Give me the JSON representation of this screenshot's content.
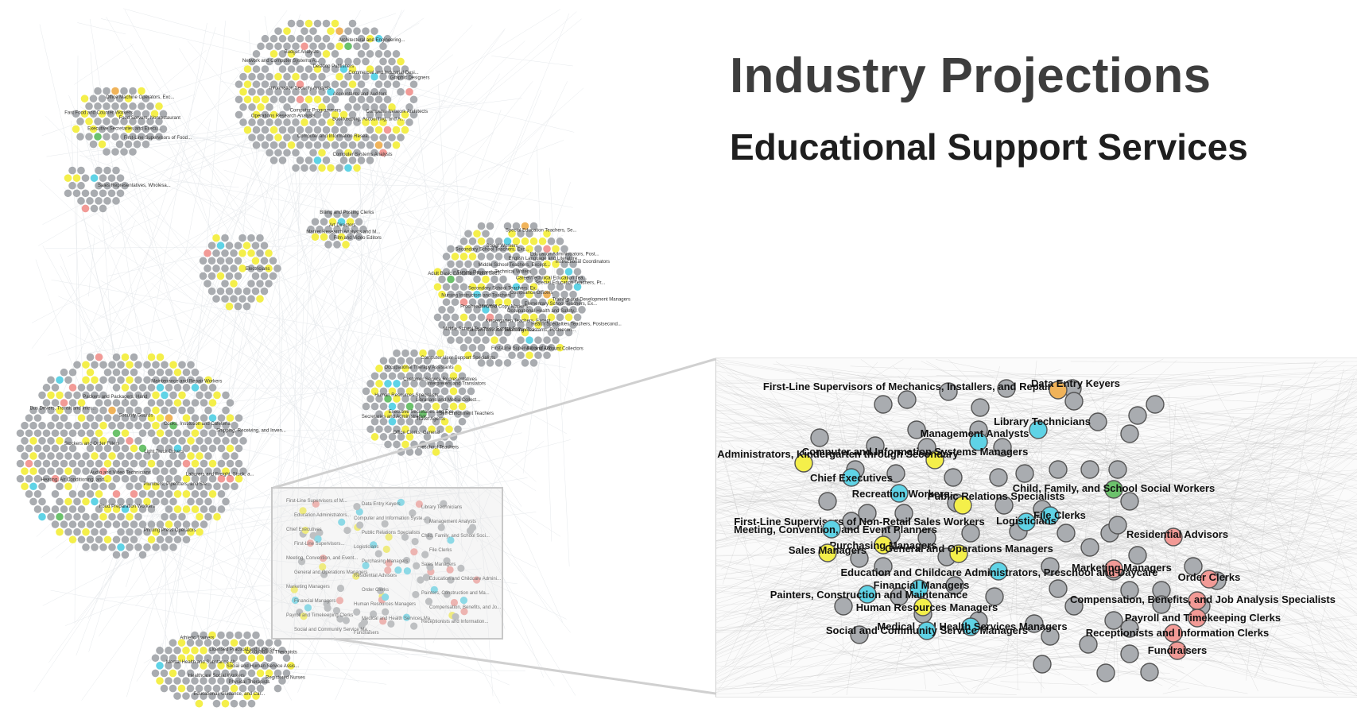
{
  "title": "Industry Projections",
  "subtitle": "Educational Support Services",
  "colors": {
    "gray": "#a9acb0",
    "yellow": "#f4ef4a",
    "cyan": "#5fd3e6",
    "pink": "#f29a96",
    "green": "#6cc26c",
    "orange": "#f0b35a",
    "edge": "#9a9a9a"
  },
  "overview": {
    "clusters": [
      {
        "name": "cluster-computing",
        "labels": [
          "Accountants and Auditors",
          "Computer Programmers",
          "Desktop Publishers",
          "Bookkeeping, Accounting, and A...",
          "Information Security Analysts",
          "Commercial and Industrial Desi...",
          "Computer and Information Resea...",
          "Budget Analysts",
          "Computer Network Architects",
          "Operations Research Analysts",
          "Architectural and Engineering...",
          "Computer Systems Analysts",
          "Network and Computer Systems A...",
          "Graphic Designers"
        ]
      },
      {
        "name": "cluster-food",
        "labels": [
          "Food Servers, Nonrestaurant",
          "Executive Secretaries and Execu...",
          "Office Machine Operators, Exc...",
          "First-Line Supervisors of Food...",
          "Fast Food and Counter Workers"
        ]
      },
      {
        "name": "cluster-sales",
        "labels": [
          "Sales Representatives, Wholesa..."
        ]
      },
      {
        "name": "cluster-market",
        "labels": [
          "Art Directors",
          "Market Research Analysts and M...",
          "Billing and Posting Clerks",
          "Film and Video Editors"
        ]
      },
      {
        "name": "cluster-electricians",
        "labels": [
          "Electricians"
        ]
      },
      {
        "name": "cluster-teaching",
        "labels": [
          "Compliance Officers",
          "Lawyers",
          "Technical Writers",
          "Occupational Health and Safety...",
          "Secondary School Teachers, Ex...",
          "Career/Technical Education Tea...",
          "Kindergarten Teachers, Except...",
          "Middle School Teachers, Except...",
          "Elementary School Teachers, Ex...",
          "Proofreaders and Copy Markers",
          "English Language and Literature...",
          "Teaching Assistants, Postsecon...",
          "Survey Researchers",
          "Special Education Teachers, Pr...",
          "Career/Technical Education Tea...",
          "Social Workers",
          "Health Specialties Teachers, Postsecond...",
          "Nursing Instructors and Teachers",
          "Education Administrators, Post...",
          "First-Line Supervisors of Offi...",
          "Secondary School Teachers, Exc...",
          "Training and Development Managers",
          "Middle School Teachers, Except Spe...",
          "Special Education Teachers, Se...",
          "Bill and Account Collectors",
          "Adult Basic Education, Adult Sec...",
          "Instructional Coordinators"
        ]
      },
      {
        "name": "cluster-trades",
        "labels": [
          "Light Truck Drivers",
          "Audio and Video Technicians",
          "Security Guards",
          "Plumbers, Pipefitters, and Ste...",
          "Stockers and Order Fillers",
          "Cooks, Institution and Cafeteria",
          "Food Preparation Workers",
          "Packers and Packagers, Hand",
          "Laborers and Freight, Stock, a...",
          "Heating, Air Conditioning, and...",
          "Maintenance and Repair Workers",
          "Printing Press Operators",
          "Bus Drivers, Transit and Inter...",
          "Shipping, Receiving, and Inven..."
        ]
      },
      {
        "name": "cluster-admin",
        "labels": [
          "Librarians and Media Collect...",
          "Executive Secretaries and Exe...",
          "Customer Service Representatives",
          "Travel Agents",
          "Human Resources Specialists",
          "Interpreters and Translators",
          "Office Clerks, General",
          "Occupational Therapy Assistants",
          "Self-Enrichment Teachers",
          "Secretaries and Administrative...",
          "Computer User Support Specialists",
          "Preschool Teachers"
        ]
      },
      {
        "name": "cluster-health",
        "labels": [
          "Social and Human Service Assis...",
          "Healthcare Social Workers",
          "Licensed Practical and License...",
          "Physical Therapists",
          "Mental Health and Substance Ab...",
          "Occupational Therapists",
          "Educational, Guidance, and Car...",
          "Athletic Trainers",
          "Registered Nurses"
        ]
      }
    ],
    "highlight_labels": [
      "First-Line Supervisors of M...",
      "Data Entry Keyers",
      "Library Technicians",
      "Education Administrators...",
      "Computer and Information Syste...",
      "Management Analysts",
      "Chief Executives",
      "Public Relations Specialists",
      "Child, Family, and School Soci...",
      "First-Line Supervisors...",
      "Logisticians",
      "File Clerks",
      "Meeting, Convention, and Event...",
      "Purchasing Managers",
      "Sales Managers",
      "General and Operations Managers",
      "Residential Advisors",
      "Education and Childcare Admini...",
      "Marketing Managers",
      "Order Clerks",
      "Painters, Construction and Ma...",
      "Financial Managers",
      "Human Resources Managers",
      "Compensation, Benefits, and Jo...",
      "Payroll and Timekeeping Clerks",
      "Medical and Health Services Ma...",
      "Receptionists and Information...",
      "Social and Community Service Ma...",
      "Fundraisers"
    ]
  },
  "zoom": {
    "nodes": [
      {
        "label": "First-Line Supervisors of Mechanics, Installers, and Repairers",
        "color": "gray"
      },
      {
        "label": "Data Entry Keyers",
        "color": "orange"
      },
      {
        "label": "Library Technicians",
        "color": "cyan"
      },
      {
        "label": "Management Analysts",
        "color": "cyan"
      },
      {
        "label": "Computer and Information Systems Managers",
        "color": "yellow"
      },
      {
        "label": "Education Administrators, Kindergarten through Secondary",
        "color": "yellow"
      },
      {
        "label": "Chief Executives",
        "color": "cyan"
      },
      {
        "label": "Recreation Workers",
        "color": "cyan"
      },
      {
        "label": "Public Relations Specialists",
        "color": "yellow"
      },
      {
        "label": "Child, Family, and School Social Workers",
        "color": "green"
      },
      {
        "label": "First-Line Supervisors of Non-Retail Sales Workers",
        "color": "gray"
      },
      {
        "label": "File Clerks",
        "color": "cyan"
      },
      {
        "label": "Logisticians",
        "color": "cyan"
      },
      {
        "label": "Meeting, Convention, and Event Planners",
        "color": "cyan"
      },
      {
        "label": "Residential Advisors",
        "color": "pink"
      },
      {
        "label": "Purchasing Managers",
        "color": "yellow"
      },
      {
        "label": "General and Operations Managers",
        "color": "yellow"
      },
      {
        "label": "Sales Managers",
        "color": "yellow"
      },
      {
        "label": "Marketing Managers",
        "color": "pink"
      },
      {
        "label": "Education and Childcare Administrators, Preschool and Daycare",
        "color": "cyan"
      },
      {
        "label": "Order Clerks",
        "color": "pink"
      },
      {
        "label": "Financial Managers",
        "color": "cyan"
      },
      {
        "label": "Painters, Construction and Maintenance",
        "color": "cyan"
      },
      {
        "label": "Compensation, Benefits, and Job Analysis Specialists",
        "color": "pink"
      },
      {
        "label": "Human Resources Managers",
        "color": "yellow"
      },
      {
        "label": "Payroll and Timekeeping Clerks",
        "color": "pink"
      },
      {
        "label": "Medical and Health Services Managers",
        "color": "cyan"
      },
      {
        "label": "Social and Community Service Managers",
        "color": "cyan"
      },
      {
        "label": "Receptionists and Information Clerks",
        "color": "pink"
      },
      {
        "label": "Fundraisers",
        "color": "pink"
      }
    ]
  }
}
